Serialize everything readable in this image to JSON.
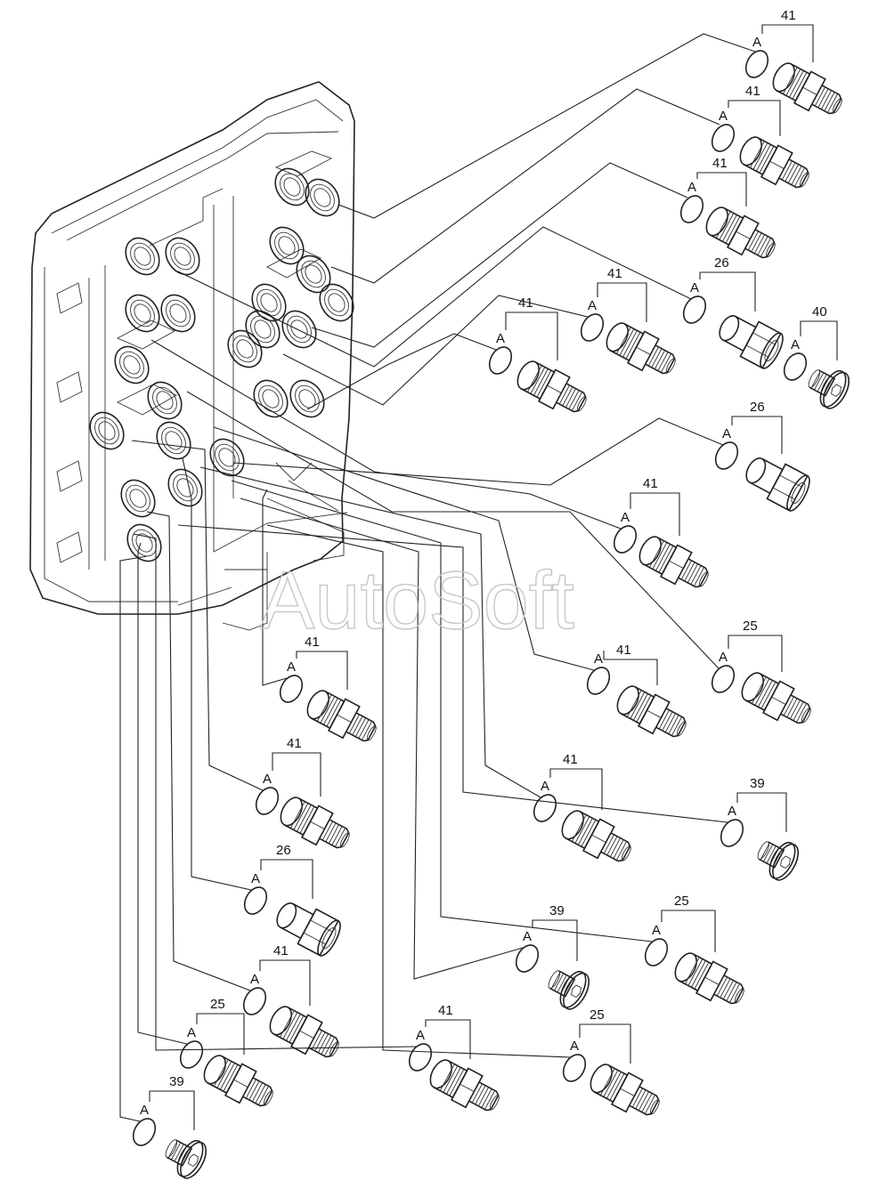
{
  "watermark": "AutoSoft",
  "ring_label": "A",
  "callouts": [
    {
      "id": "c1",
      "part": "41",
      "kind": "fitting"
    },
    {
      "id": "c2",
      "part": "41",
      "kind": "fitting"
    },
    {
      "id": "c3",
      "part": "41",
      "kind": "fitting"
    },
    {
      "id": "c4",
      "part": "26",
      "kind": "adapter"
    },
    {
      "id": "c5",
      "part": "40",
      "kind": "plug"
    },
    {
      "id": "c6",
      "part": "41",
      "kind": "fitting"
    },
    {
      "id": "c7",
      "part": "41",
      "kind": "fitting"
    },
    {
      "id": "c8",
      "part": "26",
      "kind": "adapter"
    },
    {
      "id": "c9",
      "part": "41",
      "kind": "fitting"
    },
    {
      "id": "c10",
      "part": "25",
      "kind": "fitting"
    },
    {
      "id": "c11",
      "part": "41",
      "kind": "fitting"
    },
    {
      "id": "c12",
      "part": "41",
      "kind": "fitting"
    },
    {
      "id": "c13",
      "part": "39",
      "kind": "plug"
    },
    {
      "id": "c14",
      "part": "41",
      "kind": "fitting"
    },
    {
      "id": "c15",
      "part": "41",
      "kind": "fitting"
    },
    {
      "id": "c16",
      "part": "26",
      "kind": "adapter"
    },
    {
      "id": "c17",
      "part": "25",
      "kind": "fitting"
    },
    {
      "id": "c18",
      "part": "39",
      "kind": "plug"
    },
    {
      "id": "c19",
      "part": "41",
      "kind": "fitting"
    },
    {
      "id": "c20",
      "part": "25",
      "kind": "fitting"
    },
    {
      "id": "c21",
      "part": "41",
      "kind": "fitting"
    },
    {
      "id": "c22",
      "part": "25",
      "kind": "fitting"
    },
    {
      "id": "c23",
      "part": "39",
      "kind": "plug"
    }
  ]
}
